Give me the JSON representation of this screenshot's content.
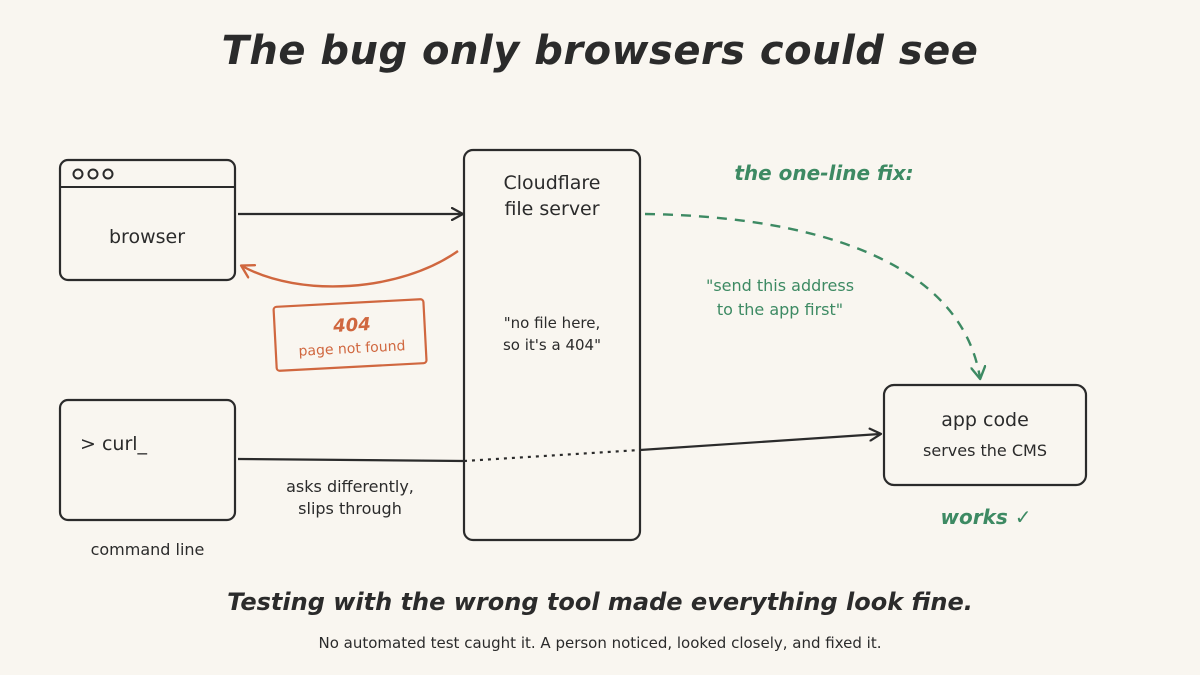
{
  "title": "The bug only browsers could see",
  "nodes": {
    "browser": {
      "label": "browser"
    },
    "command_line": {
      "prompt": "> curl_",
      "caption": "command line"
    },
    "server": {
      "title_line1": "Cloudflare",
      "title_line2": "file server",
      "quote_line1": "\"no file here,",
      "quote_line2": "so it's a 404\""
    },
    "app": {
      "title": "app code",
      "subtitle": "serves the CMS"
    }
  },
  "error_note": {
    "code": "404",
    "text": "page not found"
  },
  "edge_labels": {
    "curl_line1": "asks differently,",
    "curl_line2": "slips through",
    "fix_heading": "the one-line fix:",
    "fix_line1": "\"send this address",
    "fix_line2": "to the app first\"",
    "works": "works ✓"
  },
  "footer": {
    "tagline": "Testing with the wrong tool made everything look fine.",
    "note": "No automated test caught it. A person noticed, looked closely, and fixed it."
  },
  "colors": {
    "ink": "#2b2b2b",
    "error": "#d0673f",
    "fix": "#3d8a63",
    "background": "#f9f6f0"
  }
}
